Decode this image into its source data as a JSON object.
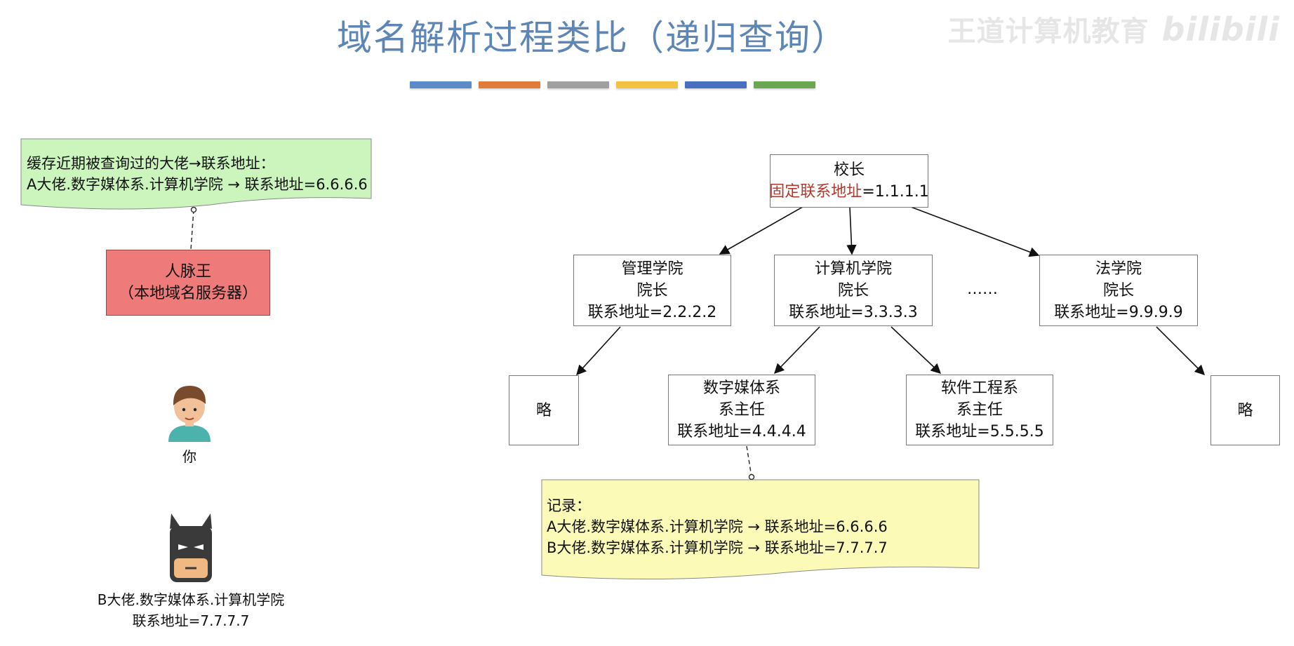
{
  "title": "域名解析过程类比（递归查询）",
  "watermark": {
    "text": "王道计算机教育",
    "logo": "bilibili"
  },
  "color_bars": [
    "#5b8bc9",
    "#e07b39",
    "#a0a0a0",
    "#f3c243",
    "#4870c0",
    "#6aa84f"
  ],
  "cache_note": {
    "line1": "缓存近期被查询过的大佬→联系地址：",
    "line2": "A大佬.数字媒体系.计算机学院 → 联系地址=6.6.6.6"
  },
  "local_server": {
    "name": "人脉王",
    "subtitle": "（本地域名服务器）"
  },
  "you": {
    "label": "你"
  },
  "b_person": {
    "line1": "B大佬.数字媒体系.计算机学院",
    "line2": "联系地址=7.7.7.7"
  },
  "tree": {
    "root": {
      "title": "校长",
      "addr_label": "固定联系地址",
      "addr_value": "=1.1.1.1"
    },
    "management": {
      "name": "管理学院",
      "role": "院长",
      "addr": "联系地址=2.2.2.2"
    },
    "computer": {
      "name": "计算机学院",
      "role": "院长",
      "addr": "联系地址=3.3.3.3"
    },
    "ellipsis": "……",
    "law": {
      "name": "法学院",
      "role": "院长",
      "addr": "联系地址=9.9.9.9"
    },
    "omit_left": "略",
    "digital_media": {
      "name": "数字媒体系",
      "role": "系主任",
      "addr": "联系地址=4.4.4.4"
    },
    "software": {
      "name": "软件工程系",
      "role": "系主任",
      "addr": "联系地址=5.5.5.5"
    },
    "omit_right": "略"
  },
  "record_note": {
    "line1": "记录：",
    "line2": "A大佬.数字媒体系.计算机学院 → 联系地址=6.6.6.6",
    "line3": "B大佬.数字媒体系.计算机学院 → 联系地址=7.7.7.7"
  }
}
